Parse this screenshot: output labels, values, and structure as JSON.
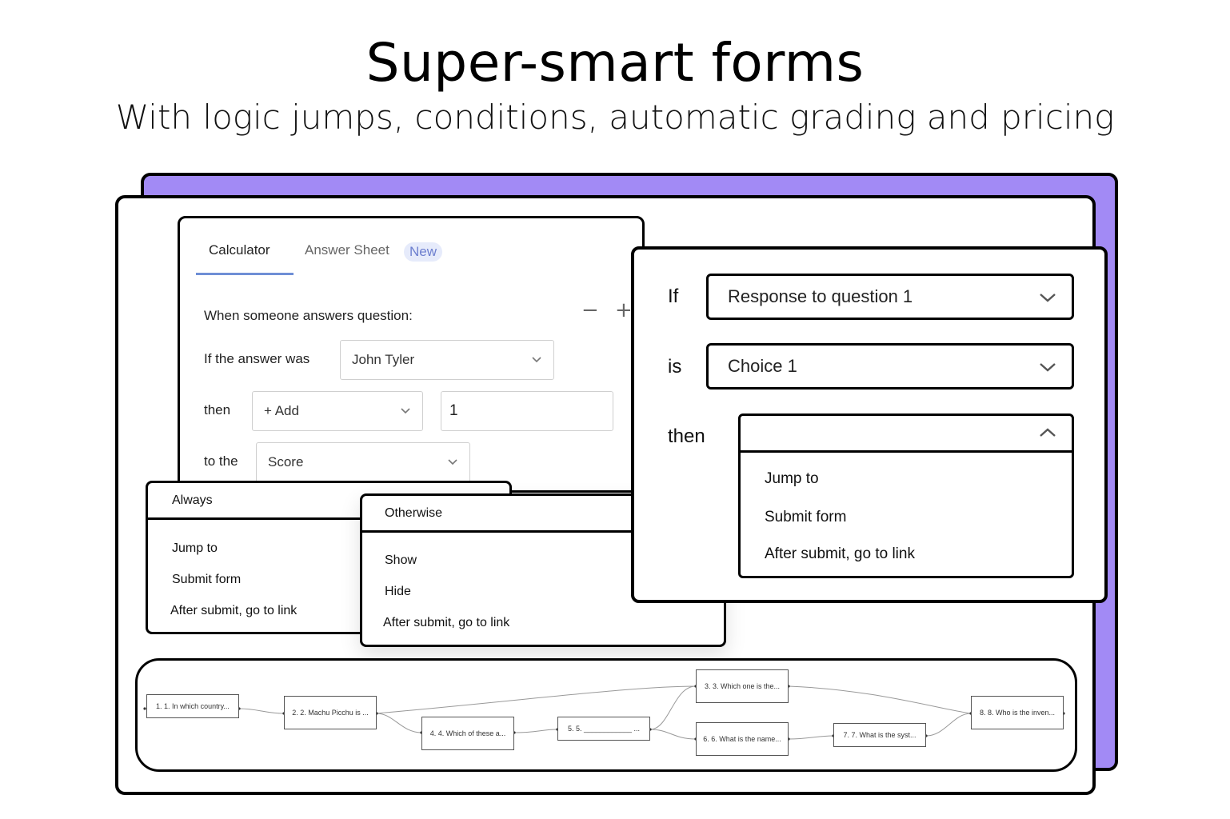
{
  "hero": {
    "title": "Super-smart forms",
    "subtitle": "With logic jumps, conditions, automatic grading and pricing"
  },
  "calculator": {
    "tabs": [
      {
        "label": "Calculator",
        "active": true
      },
      {
        "label": "Answer Sheet",
        "active": false
      }
    ],
    "badge": "New",
    "question_label": "When someone answers question:",
    "minus_plus": "− +",
    "rows": {
      "answer_label": "If the answer was",
      "answer_value": "John Tyler",
      "then_label": "then",
      "operation_value": "+ Add",
      "amount_value": "1",
      "to_label": "to the",
      "target_value": "Score"
    },
    "accent_color": "#6f8fd6"
  },
  "always_dropdown": {
    "header": "Always",
    "options": [
      "Jump to",
      "Submit form",
      "After submit, go to link"
    ]
  },
  "otherwise_dropdown": {
    "header": "Otherwise",
    "options": [
      "Show",
      "Hide",
      "After submit, go to link"
    ]
  },
  "logic": {
    "if_label": "If",
    "if_value": "Response to question 1",
    "is_label": "is",
    "is_value": "Choice 1",
    "then_label": "then",
    "then_options": [
      "Jump to",
      "Submit form",
      "After submit, go to link"
    ]
  },
  "flow": {
    "nodes": [
      "1. 1. In which country...",
      "2. 2. Machu Picchu is ...",
      "3. 3. Which one is the...",
      "4. 4. Which of these a...",
      "5. 5. ____________ ...",
      "6. 6. What is the name...",
      "7. 7. What is the syst...",
      "8. 8. Who is the inven..."
    ]
  },
  "colors": {
    "purple": "#a28af5",
    "border": "#000000"
  }
}
